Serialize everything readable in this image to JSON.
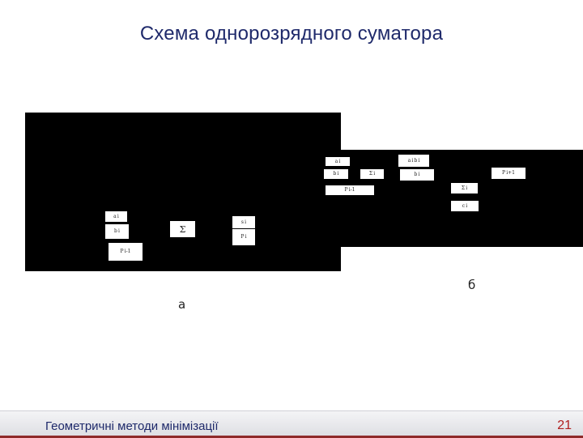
{
  "slide": {
    "title": "Схема однорозрядного суматора",
    "caption_a": "а",
    "caption_b": "б"
  },
  "figure_a": {
    "labels": [
      "a i",
      "b i",
      "Σ",
      "s i",
      "P i",
      "P i-1"
    ]
  },
  "figure_b": {
    "labels": [
      "a i",
      "b i",
      "P i-1",
      "Σ i",
      "a i b i",
      "b i",
      "Σ i",
      "c i",
      "P i+1"
    ]
  },
  "footer": {
    "text": "Геометричні методи мінімізації",
    "page_number": "21"
  },
  "colors": {
    "title": "#1f2a6b",
    "page_number": "#b01e1e",
    "accent_bar": "#8f2a2a"
  }
}
